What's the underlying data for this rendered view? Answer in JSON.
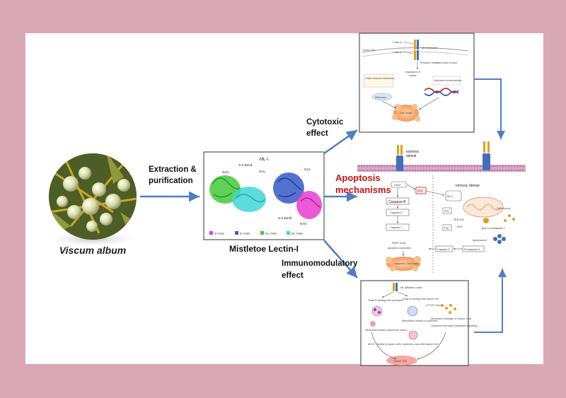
{
  "source": {
    "title": "Viscum album"
  },
  "process": {
    "extraction_label_line1": "Extraction &",
    "extraction_label_line2": "purification"
  },
  "protein": {
    "panel_title": "ML-I",
    "caption": "Mistletoe Lectin-I",
    "labels": {
      "nag_left": "NAG",
      "ss_bond_top": "S-S Bond",
      "gal_left": "GAL",
      "gal_right": "GAL",
      "ss_bond_bottom": "S-S Bond",
      "nag_right": "NAG"
    },
    "legend": [
      {
        "label": "A Chain",
        "color": "#e83ccf"
      },
      {
        "label": "B Chain",
        "color": "#3a5ec8"
      },
      {
        "label": "A1 Chain",
        "color": "#45c83a"
      },
      {
        "label": "B1 Chain",
        "color": "#3fd6d6"
      }
    ]
  },
  "effects": {
    "cytotoxic_line1": "Cytotoxic",
    "cytotoxic_line2": "effect",
    "immuno_line1": "Immunomodulatory",
    "immuno_line2": "effect",
    "apoptosis_line1": "Apoptosis",
    "apoptosis_line2": "mechanisms"
  },
  "cytotoxic_panel": {
    "chain_a": "Chain A",
    "chain_b": "Chain B",
    "tumor_cell": "Tumor Cell",
    "ml_receptor": "ML Heterodim",
    "receptor_binding": "Receptor mediated entry of toxin",
    "separation": "separation of",
    "chains": "chains",
    "chain_a_blocks": "Chain A blocks ribosomes",
    "activation": "Activation endonuclease",
    "ribosome": "Ribosome",
    "cell_death": "Cell Death"
  },
  "apoptosis_panel": {
    "extrinsic": "extrinsic",
    "stimuli": "stimuli",
    "intrinsic": "Intrinsic Stimuli",
    "fadd": "FADD",
    "bid": "BID",
    "caspase8": "Caspase-8",
    "caspase6": "Caspase-6",
    "caspase7": "Caspase-7",
    "caspase3": "Caspase-3",
    "procaspase9": "Procaspase-9",
    "bcl2": "Bcl-2",
    "p53": "P53",
    "p38": "P38",
    "sek": "SEK/JNK",
    "ros": "ROS",
    "cytochrome": "Cytochrome",
    "apaf": "Apaf-1 procaspase-9",
    "apoptosome": "Apoptosome",
    "parp": "PARP, ICAD",
    "substrates": "Apoptotic substrates",
    "cell_death": "Apoptotic Cell Death"
  },
  "immuno_panel": {
    "receptor": "ML Mistletoe Lectin",
    "chain_b_neutro": "Chain B binding with neutrophil",
    "chain_b_cancer": "Chain B binding with cancer cell",
    "stimulation": "Stimulation release of cytokines",
    "neutrophil": "Neutrophil release superoxide anions",
    "cytokines": "Cytokines cross with cancer cell",
    "adcc": "ADCC Toxicity to cancer cells",
    "membrane": "Membrane Damage of Cancer Cells",
    "signalling": "Cytokine/Chemokine Mediated Signalling",
    "ltrpe": "LT/TLR Theory",
    "cancer_cell": "Cancer Cell"
  },
  "colors": {
    "arrow": "#4f7ec4",
    "apoptosis_title": "#cc1111",
    "membrane": "#d9a9c8",
    "receptor_gold": "#e0a020",
    "receptor_blue": "#4070b8",
    "orange_cells": "#f6b27a"
  }
}
